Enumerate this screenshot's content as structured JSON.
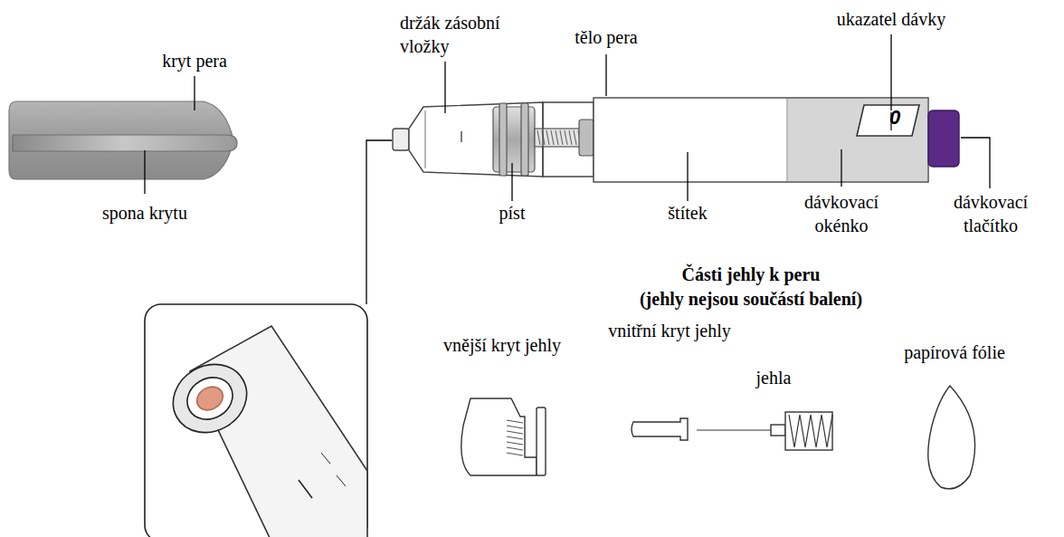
{
  "diagram": {
    "labels": [
      "držák zásobní vložky",
      "ukazatel dávky",
      "tělo pera",
      "kryt pera",
      "0",
      "spona krytu",
      "píst",
      "štítek",
      "dávkovací okénko",
      "dávkovací tlačítko",
      "Části jehly k peru",
      "(jehly nejsou součástí balení)",
      "vnější kryt jehly",
      "vnitřní kryt jehly",
      "jehla",
      "papírová fólie"
    ]
  }
}
